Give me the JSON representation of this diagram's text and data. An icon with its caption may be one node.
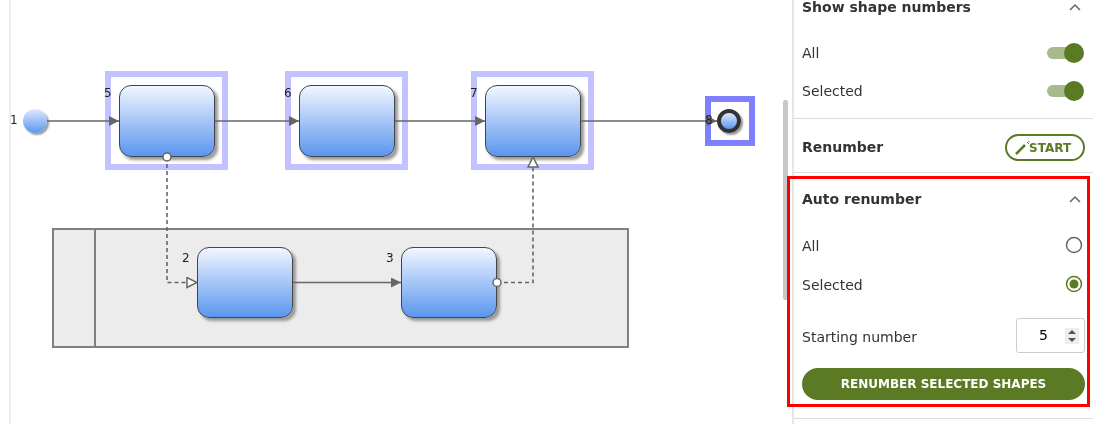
{
  "diagram": {
    "nodes": [
      {
        "text": [],
        "shape": "circle",
        "beside": [
          "1"
        ]
      },
      {
        "text": [],
        "shape": "box",
        "beside": [
          "5"
        ]
      },
      {
        "text": [],
        "shape": "box",
        "beside": [
          "6"
        ]
      },
      {
        "text": [],
        "shape": "box",
        "beside": [
          "7"
        ]
      },
      {
        "text": [],
        "shape": "circle",
        "beside": [
          "8"
        ]
      },
      {
        "text": [],
        "shape": "box"
      },
      {
        "text": [],
        "shape": "box",
        "in": 5,
        "beside": [
          "2"
        ]
      },
      {
        "text": [],
        "shape": "box",
        "in": 5,
        "beside": [
          "3"
        ]
      }
    ],
    "edges": [
      {
        "from": 0,
        "to": 1,
        "arrow": "to"
      },
      {
        "from": 1,
        "to": 2,
        "arrow": "to"
      },
      {
        "from": 2,
        "to": 3,
        "arrow": "to"
      },
      {
        "from": 3,
        "to": 4,
        "arrow": "to"
      },
      {
        "from": 1,
        "to": 6,
        "arrow": "to",
        "style": "dashed"
      },
      {
        "from": 6,
        "to": 7,
        "arrow": "to"
      },
      {
        "from": 7,
        "to": 3,
        "arrow": "to",
        "style": "dashed"
      }
    ],
    "labels": [
      "Show shape numbers",
      "All",
      "Selected",
      "Renumber",
      "START",
      "Auto renumber",
      "All",
      "Selected",
      "Starting number",
      "5",
      "RENUMBER SELECTED SHAPES"
    ]
  }
}
